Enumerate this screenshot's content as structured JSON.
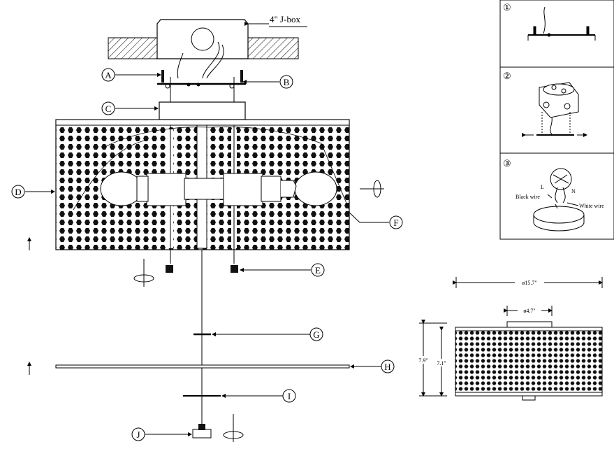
{
  "labels": {
    "jbox": "4\" J-box",
    "A": "A",
    "B": "B",
    "C": "C",
    "D": "D",
    "E": "E",
    "F": "F",
    "G": "G",
    "H": "H",
    "I": "I",
    "J": "J"
  },
  "steps": [
    {
      "number": "①"
    },
    {
      "number": "②"
    },
    {
      "number": "③",
      "wire_l": "L",
      "wire_n": "N",
      "black_wire": "Black wire",
      "white_wire": "White wire"
    }
  ],
  "dimensions": {
    "overall_diameter": "ø15.7\"",
    "canopy_diameter": "ø4.7\"",
    "overall_height": "7.9\"",
    "shade_height": "7.1\""
  }
}
